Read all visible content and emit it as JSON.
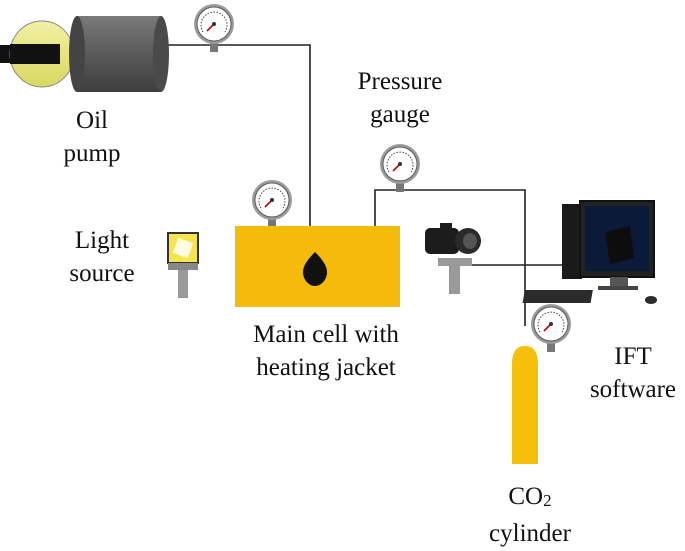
{
  "labels": {
    "oil_pump": [
      "Oil",
      "pump"
    ],
    "pressure_gauge": [
      "Pressure",
      "gauge"
    ],
    "light_source": [
      "Light",
      "source"
    ],
    "main_cell": [
      "Main cell with",
      "heating jacket"
    ],
    "ift_software": [
      "IFT",
      "software"
    ],
    "co2_cylinder": {
      "main": "CO",
      "sub": "2",
      "second": "cylinder"
    }
  },
  "colors": {
    "cell": "#f5bb0a",
    "cylinder": "#f5c00c",
    "pump_body": "#5b5b5b",
    "pump_cap": "#e8e888",
    "line": "#222222",
    "gauge_face": "#ffffff",
    "gauge_rim": "#8a8a8a"
  },
  "icons": {
    "gauge": "pressure-gauge-icon",
    "camera": "camera-icon",
    "computer": "desktop-computer-icon",
    "lamp": "light-source-icon",
    "drop": "oil-drop-icon"
  }
}
